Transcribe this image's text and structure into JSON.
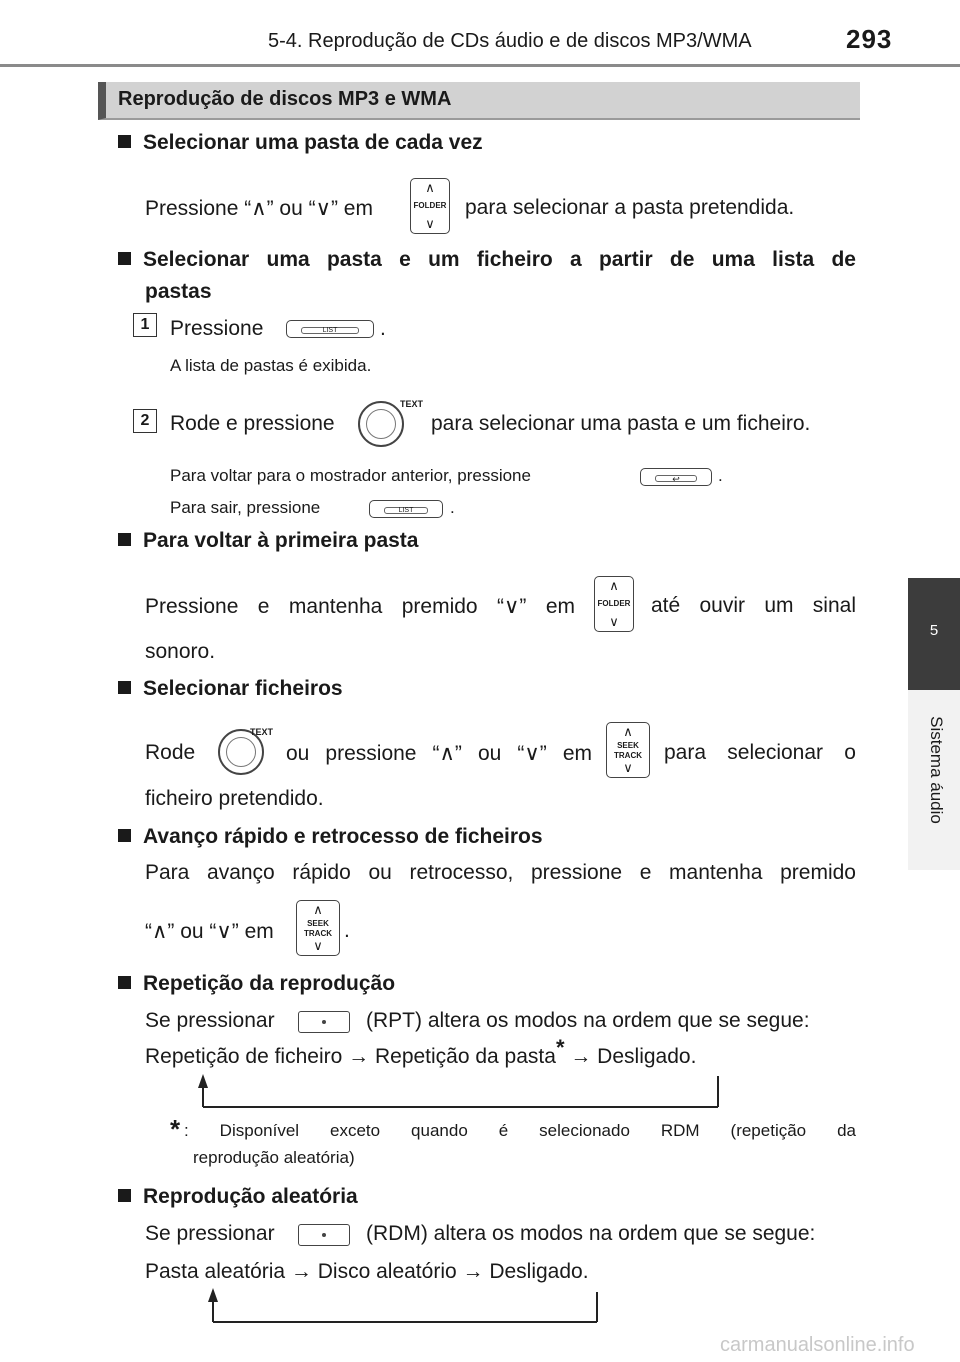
{
  "header": {
    "title": "5-4. Reprodução de CDs áudio e de discos MP3/WMA",
    "page_number": "293"
  },
  "side_tab": {
    "number": "5",
    "label": "Sistema áudio"
  },
  "section_title": "Reprodução de discos MP3 e WMA",
  "s1": {
    "heading": "Selecionar uma pasta de cada vez",
    "pre": "Pressione “∧” ou “∨” em",
    "post": "para selecionar a pasta pretendida."
  },
  "s2": {
    "heading1": "Selecionar uma pasta e um ficheiro a partir de uma lista de",
    "heading2": "pastas",
    "step1_num": "1",
    "step1_pre": "Pressione",
    "step1_post": ".",
    "step1_note": "A lista de pastas é exibida.",
    "step2_num": "2",
    "step2_pre": "Rode e pressione",
    "step2_post": "para selecionar uma pasta e um ficheiro.",
    "note1_pre": "Para voltar para o mostrador anterior, pressione",
    "note1_post": ".",
    "note2_pre": "Para sair, pressione",
    "note2_post": "."
  },
  "s3": {
    "heading": "Para voltar à primeira pasta",
    "pre": "Pressione e mantenha premido “∨” em",
    "post": "até ouvir um sinal",
    "line2": "sonoro."
  },
  "s4": {
    "heading": "Selecionar ficheiros",
    "pre": "Rode",
    "mid": "ou pressione “∧” ou “∨” em",
    "post": "para selecionar o",
    "line2": "ficheiro pretendido."
  },
  "s5": {
    "heading": "Avanço rápido e retrocesso de ficheiros",
    "line1": "Para avanço rápido ou retrocesso, pressione e mantenha premido",
    "pre": "“∧” ou “∨” em",
    "post": "."
  },
  "s6": {
    "heading": "Repetição da reprodução",
    "pre": "Se pressionar",
    "post": "(RPT) altera os modos na ordem que se segue:",
    "seq_a": "Repetição de ficheiro →",
    "seq_b": "Repetição da pasta",
    "star": "*",
    "seq_c": "→ Desligado.",
    "fn_star": "*",
    "fn_line1": ": Disponível exceto quando é selecionado RDM (repetição da",
    "fn_line2": "reprodução aleatória)"
  },
  "s7": {
    "heading": "Reprodução aleatória",
    "pre": "Se pressionar",
    "post": "(RDM) altera os modos na ordem que se segue:",
    "seq": "Pasta aleatória → Disco aleatório → Desligado."
  },
  "icons": {
    "knob_label": "TEXT",
    "folder_label": "FOLDER",
    "seek_label_1": "SEEK",
    "seek_label_2": "TRACK",
    "list_label": "LIST",
    "arrow_up": "∧",
    "arrow_down": "∨",
    "back_symbol": "↩"
  },
  "watermark": "carmanualsonline.info"
}
